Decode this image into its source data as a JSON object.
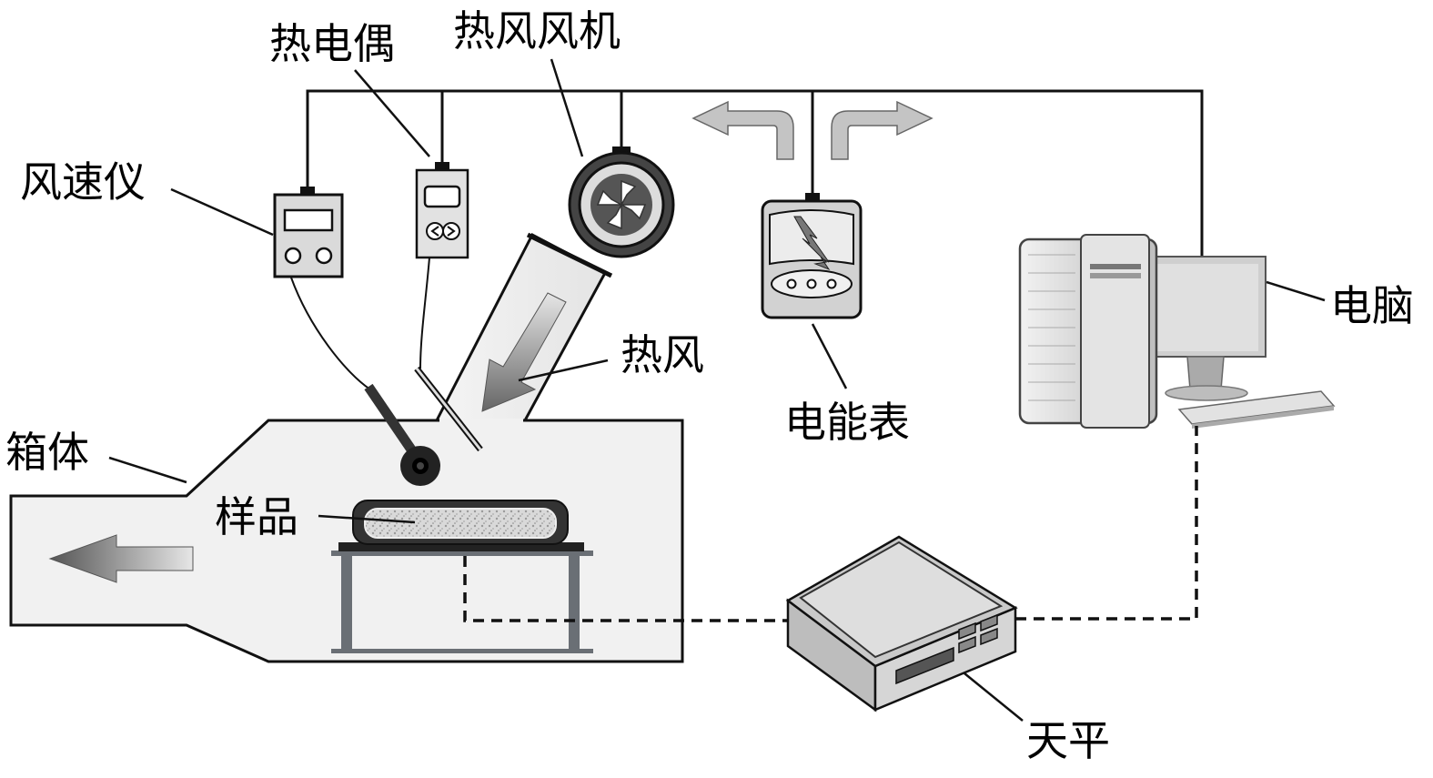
{
  "labels": {
    "thermocouple": "热电偶",
    "hot_air_blower": "热风风机",
    "anemometer": "风速仪",
    "hot_air": "热风",
    "power_meter": "电能表",
    "computer": "电脑",
    "chamber": "箱体",
    "sample": "样品",
    "balance": "天平"
  },
  "colors": {
    "line": "#111111",
    "chamber_fill": "#f1f1f1",
    "device_fill": "#dcdcdc",
    "device_dark": "#555555",
    "arrow_fill": "#8a8a8a",
    "table": "#6a6f75"
  },
  "icons": [
    "fan-icon",
    "lightning-icon",
    "flow-arrow-icon",
    "signal-arrow-icon"
  ]
}
